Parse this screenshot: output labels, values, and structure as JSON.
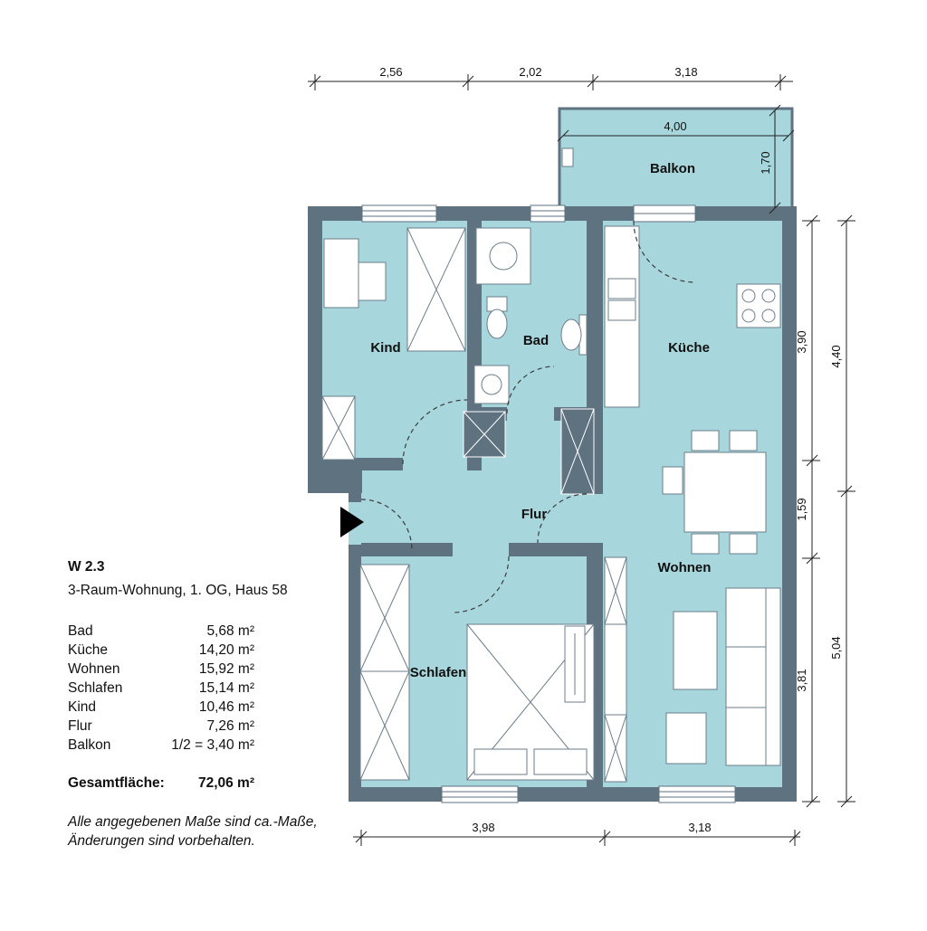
{
  "panel": {
    "unit_label": "W 2.3",
    "subtitle": "3-Raum-Wohnung, 1. OG, Haus 58",
    "areas": [
      {
        "room": "Bad",
        "value": "5,68 m²"
      },
      {
        "room": "Küche",
        "value": "14,20 m²"
      },
      {
        "room": "Wohnen",
        "value": "15,92 m²"
      },
      {
        "room": "Schlafen",
        "value": "15,14 m²"
      },
      {
        "room": "Kind",
        "value": "10,46 m²"
      },
      {
        "room": "Flur",
        "value": "7,26 m²"
      },
      {
        "room": "Balkon",
        "value": "1/2 = 3,40 m²"
      }
    ],
    "total_label": "Gesamtfläche:",
    "total_value": "72,06 m²",
    "disclaimer_1": "Alle angegebenen Maße sind ca.-Maße,",
    "disclaimer_2": "Änderungen sind vorbehalten."
  },
  "rooms": {
    "kind": "Kind",
    "bad": "Bad",
    "kueche": "Küche",
    "flur": "Flur",
    "wohnen": "Wohnen",
    "schlafen": "Schlafen",
    "balkon": "Balkon"
  },
  "dims": {
    "top": [
      "2,56",
      "2,02",
      "3,18"
    ],
    "balcony_width": "4,00",
    "balcony_depth": "1,70",
    "right_inner": [
      "3,90",
      "1,59",
      "3,81"
    ],
    "right_outer": [
      "4,40",
      "5,04"
    ],
    "bottom": [
      "3,98",
      "3,18"
    ]
  },
  "colors": {
    "room_fill": "#a7d6dc",
    "wall": "#5f7280",
    "background": "#ffffff"
  }
}
